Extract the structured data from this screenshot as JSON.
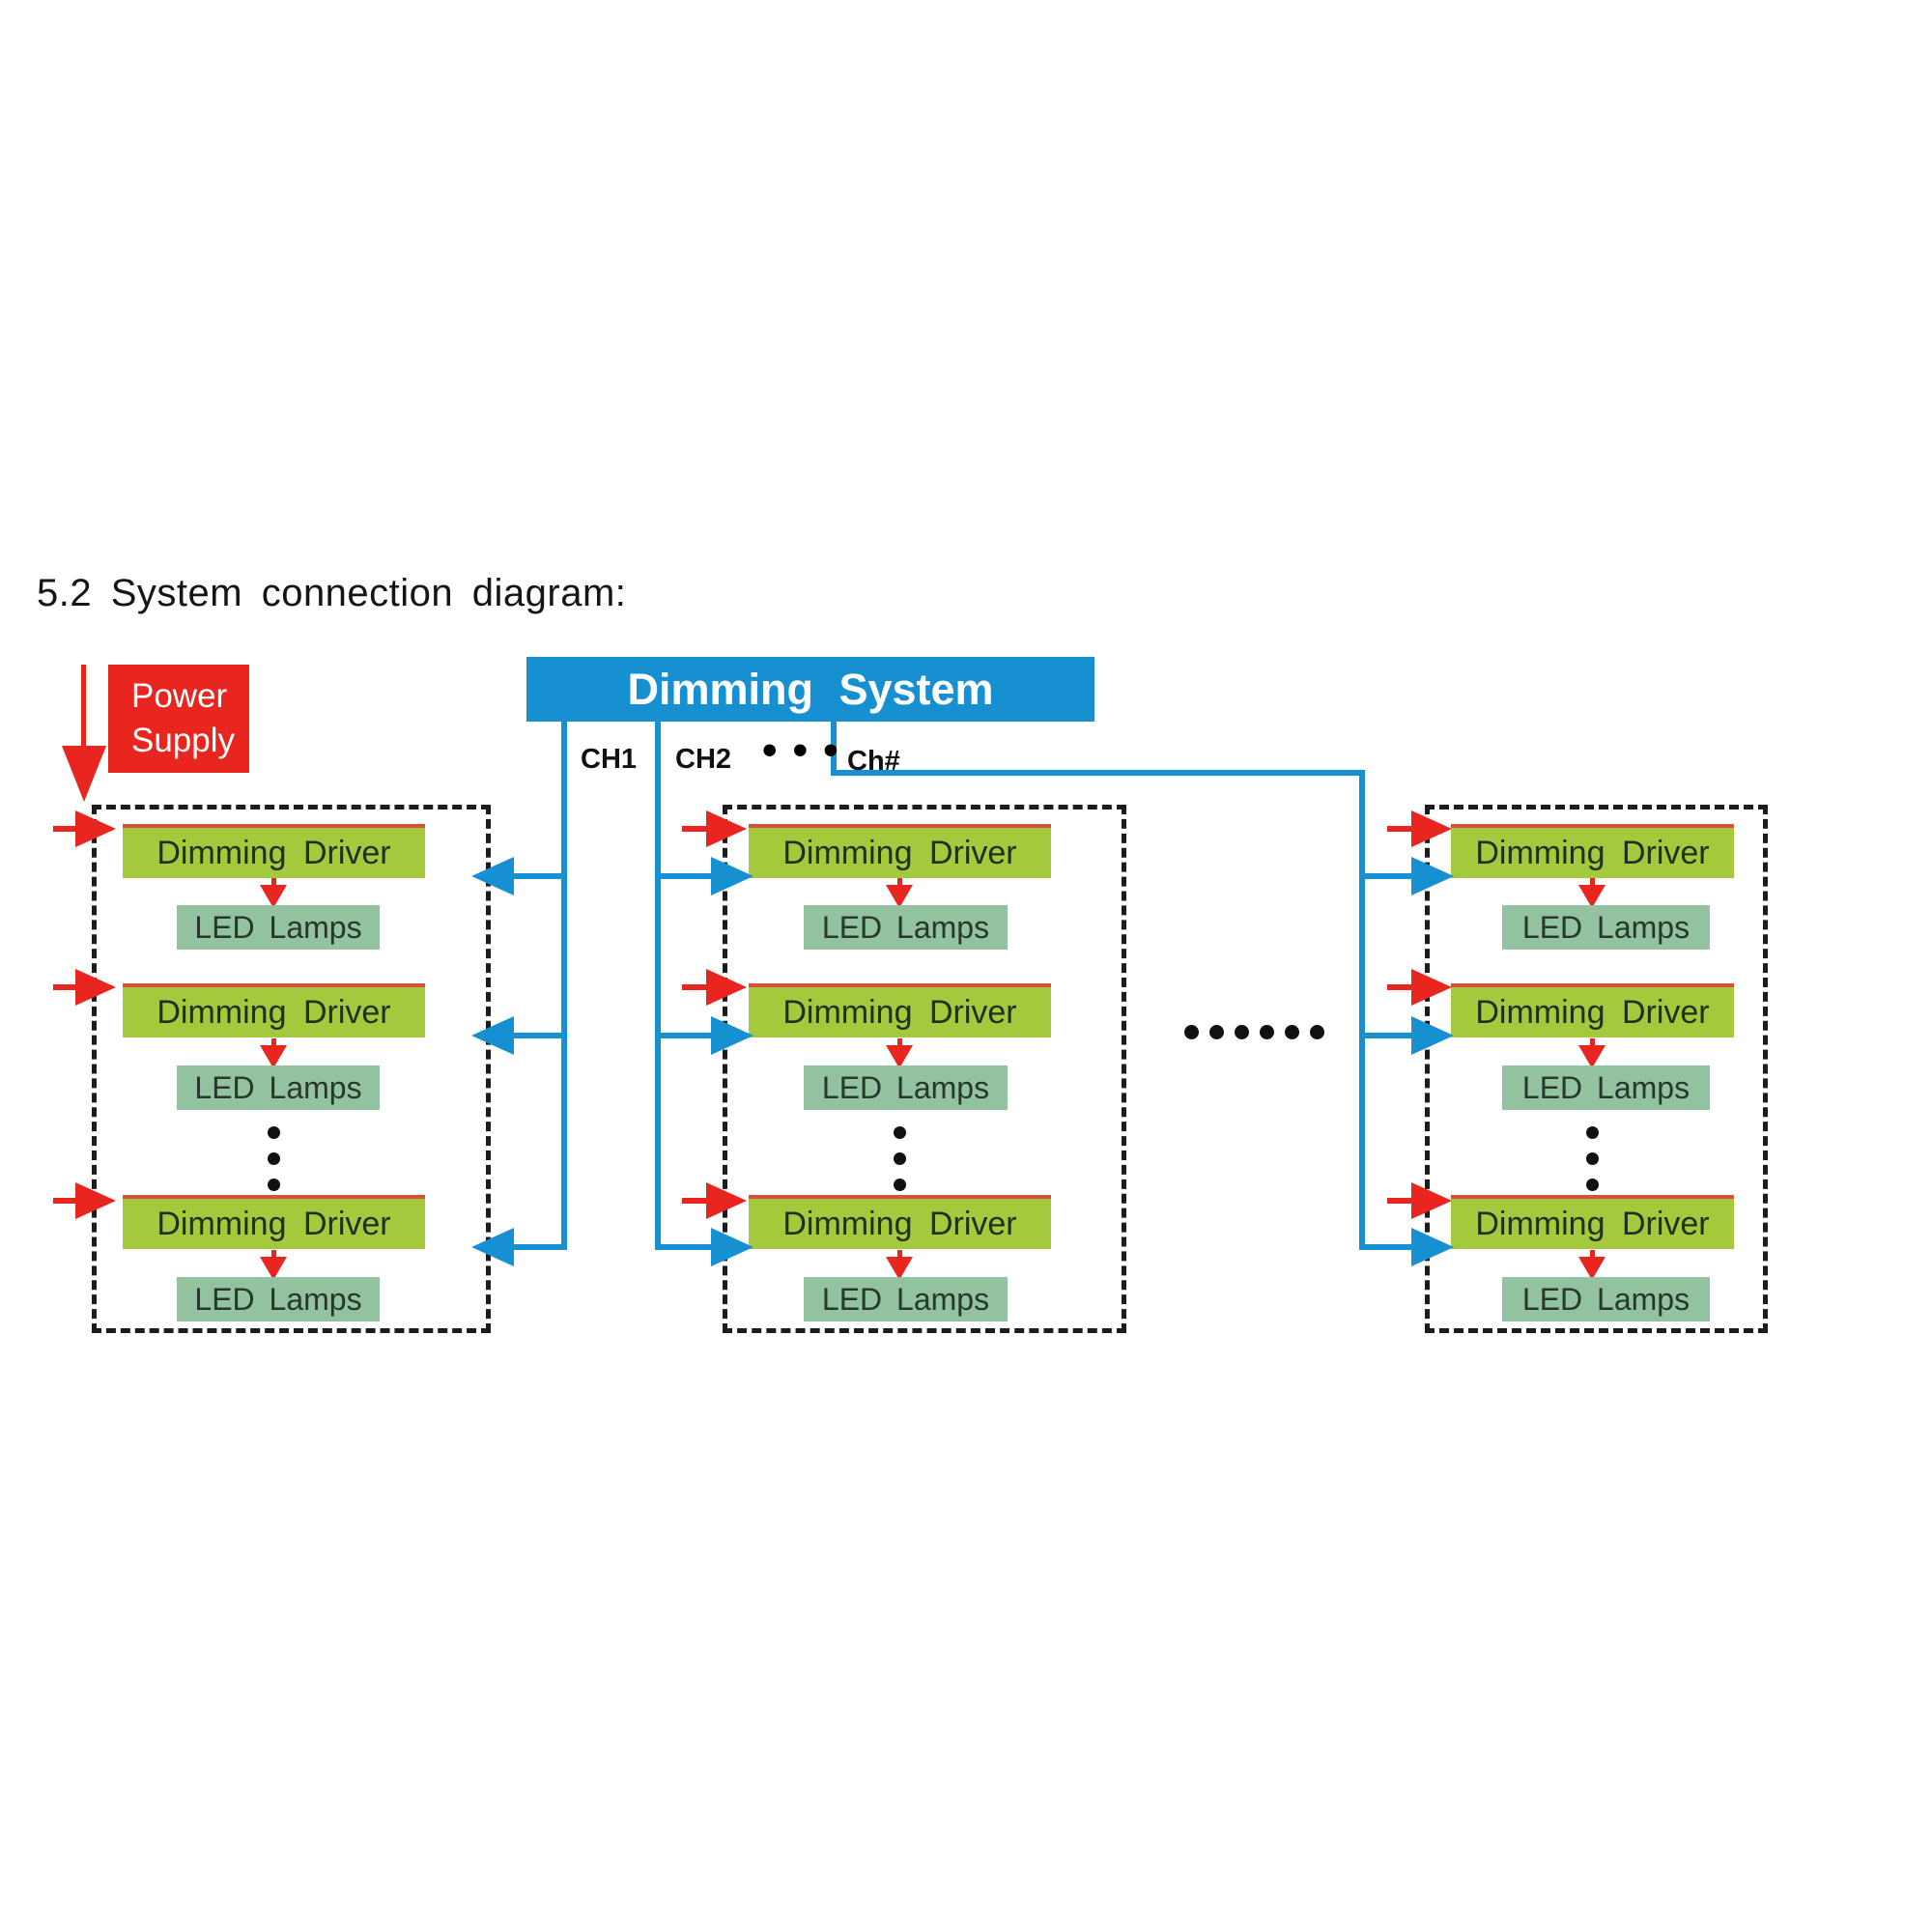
{
  "title": "5.2 System connection diagram:",
  "power_supply": {
    "label": "Power Supply",
    "color": "#e8251f"
  },
  "dimming_system": {
    "label": "Dimming System",
    "color": "#1790d2"
  },
  "channels": {
    "ch1": "CH1",
    "ch2": "CH2",
    "ellipsis": "• • •",
    "chn": "Ch#"
  },
  "labels": {
    "driver": "Dimming Driver",
    "lamps": "LED Lamps"
  },
  "colors": {
    "red_arrow": "#e8251f",
    "blue_line": "#1790d2",
    "driver_green": "#a5c93c",
    "driver_top_edge": "#d94f3e",
    "lamp_green": "#92c2a0",
    "dashed_border": "#1c1c1c"
  }
}
